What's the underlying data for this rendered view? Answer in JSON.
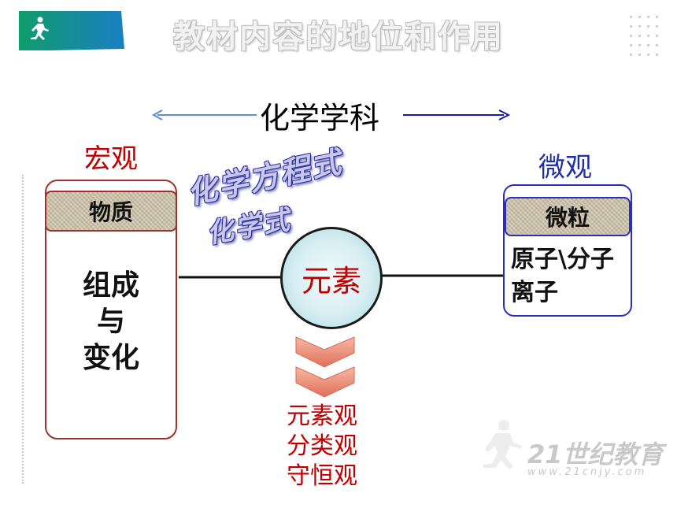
{
  "header": {
    "title": "教材内容的地位和作用",
    "icon": "running-figure-icon",
    "accent": "#1aa7a0"
  },
  "diagram": {
    "subject": "化学学科",
    "macro": {
      "label": "宏观",
      "box_title": "物质",
      "content": [
        "组成",
        "与",
        "变化"
      ],
      "color": "#c00000"
    },
    "micro": {
      "label": "微观",
      "box_title": "微粒",
      "content": [
        "原子\\分子",
        "离子"
      ],
      "color": "#1f2fa8"
    },
    "center": "元素",
    "slanted": [
      "化学方程式",
      "化学式"
    ],
    "ideas": [
      "元素观",
      "分类观",
      "守恒观"
    ]
  },
  "watermark": {
    "text": "21世纪教育",
    "sub": "www.21cnjy.com"
  }
}
